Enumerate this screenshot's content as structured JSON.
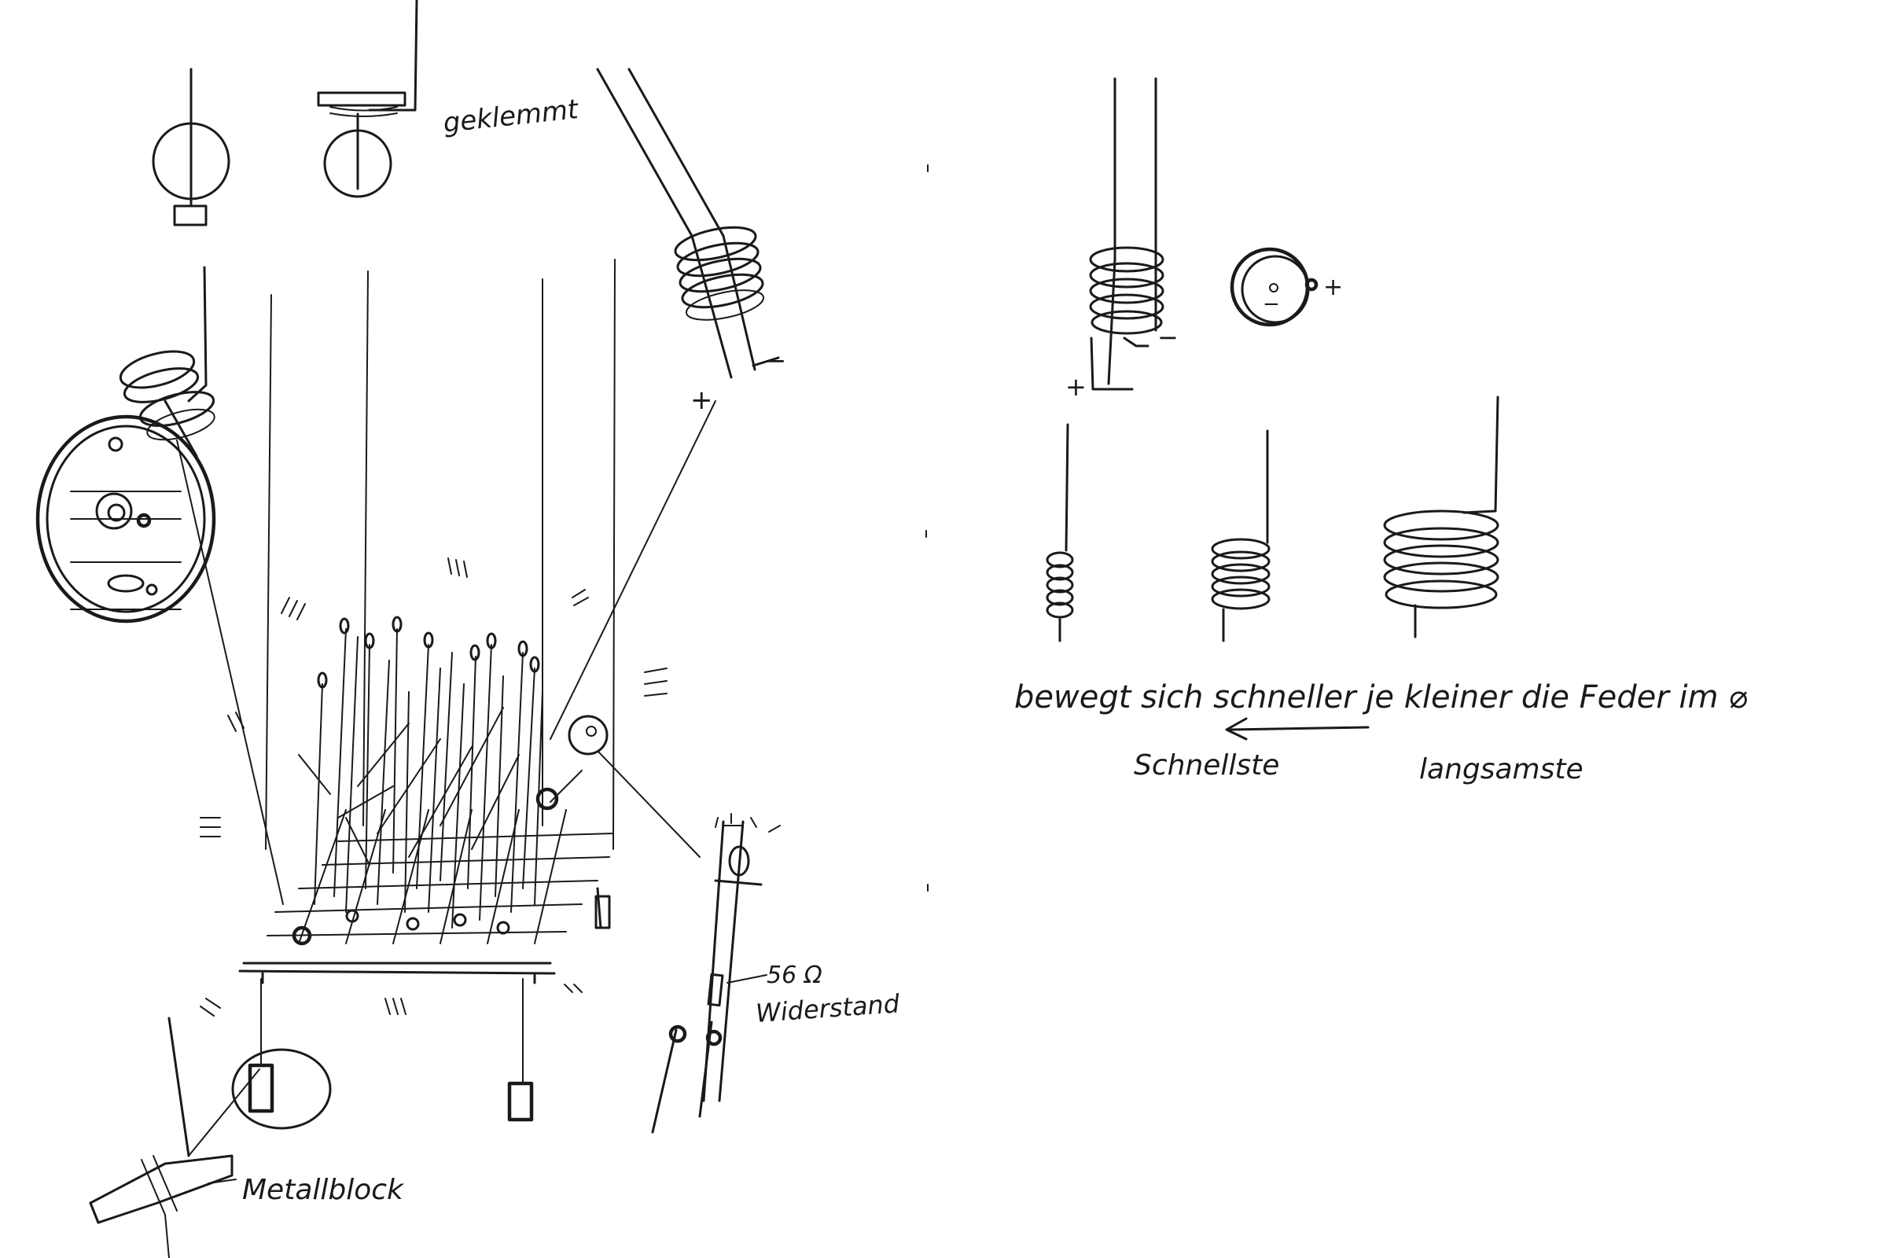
{
  "labels": {
    "geklemmt": "geklemmt",
    "resistor_value": "56 Ω",
    "resistor_word": "Widerstand",
    "metal_block": "Metallblock",
    "plus_left": "+",
    "minus_left": "−",
    "plus_right": "+",
    "minus_right": "−",
    "plus_coin": "+",
    "minus_coin": "−"
  },
  "caption": {
    "sentence": "bewegt sich schneller je kleiner die Feder im ⌀",
    "fastest": "Schnellste",
    "slowest": "langsamste"
  },
  "colors": {
    "ink": "#1a1a1a",
    "paper": "#ffffff"
  }
}
